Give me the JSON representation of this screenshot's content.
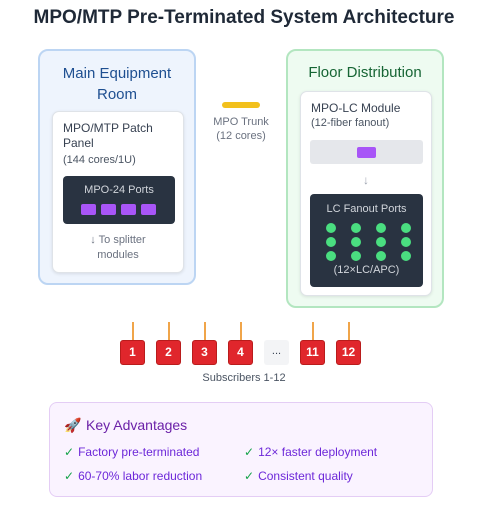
{
  "title": "MPO/MTP Pre-Terminated System Architecture",
  "main_room": {
    "title_line1": "Main Equipment",
    "title_line2": "Room",
    "panel_title_line1": "MPO/MTP Patch",
    "panel_title_line2": "Panel",
    "panel_capacity": "(144 cores/1U)",
    "ports_label": "MPO-24 Ports",
    "note_line1": "↓ To splitter",
    "note_line2": "modules"
  },
  "trunk": {
    "label": "MPO Trunk",
    "cores": "(12 cores)"
  },
  "floor": {
    "title": "Floor Distribution",
    "module_title": "MPO-LC Module",
    "module_sub": "(12-fiber fanout)",
    "arrow": "↓",
    "lc_label": "LC Fanout Ports",
    "lc_count": "(12×LC/APC)"
  },
  "subscribers": {
    "items": [
      "1",
      "2",
      "3",
      "4",
      "...",
      "11",
      "12"
    ],
    "caption": "Subscribers 1-12"
  },
  "advantages": {
    "icon": "rocket-icon",
    "title": "Key Advantages",
    "items": [
      "Factory pre-terminated",
      "12× faster deployment",
      "60-70% labor reduction",
      "Consistent quality"
    ]
  },
  "colors": {
    "port_purple": "#a855f7",
    "lc_green": "#4ade80",
    "subscriber_red": "#e0262c",
    "trunk_yellow": "#f2c01c"
  }
}
